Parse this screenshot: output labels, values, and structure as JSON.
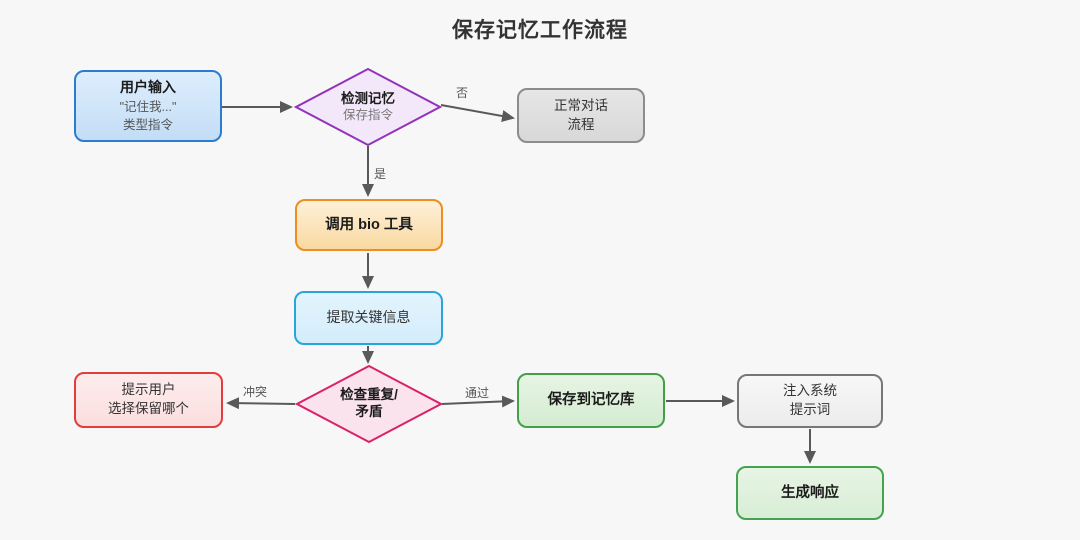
{
  "title": "保存记忆工作流程",
  "colors": {
    "background": "#f7f7f7",
    "arrow": "#595959",
    "user_input_border": "#2b7cd0",
    "detect_memory_border": "#9333b8",
    "normal_dialog_border": "#8c8c8c",
    "call_bio_border": "#ee8d20",
    "extract_info_border": "#2aa4dd",
    "check_duplicate_border": "#da2268",
    "prompt_user_border": "#e23c3c",
    "save_memory_border": "#42a04b",
    "inject_system_border": "#777777",
    "generate_response_border": "#44a34e"
  },
  "nodes": {
    "user_input": {
      "title": "用户输入",
      "line2": "\"记住我...\"",
      "line3": "类型指令"
    },
    "detect_memory": {
      "title": "检测记忆",
      "subtitle": "保存指令"
    },
    "normal_dialog": {
      "line1": "正常对话",
      "line2": "流程"
    },
    "call_bio": {
      "label": "调用 bio 工具"
    },
    "extract_info": {
      "label": "提取关键信息"
    },
    "check_duplicate": {
      "line1": "检查重复/",
      "line2": "矛盾"
    },
    "prompt_user": {
      "line1": "提示用户",
      "line2": "选择保留哪个"
    },
    "save_memory": {
      "label": "保存到记忆库"
    },
    "inject_system": {
      "line1": "注入系统",
      "line2": "提示词"
    },
    "generate_response": {
      "label": "生成响应"
    }
  },
  "edge_labels": {
    "no": "否",
    "yes": "是",
    "conflict": "冲突",
    "pass": "通过"
  }
}
